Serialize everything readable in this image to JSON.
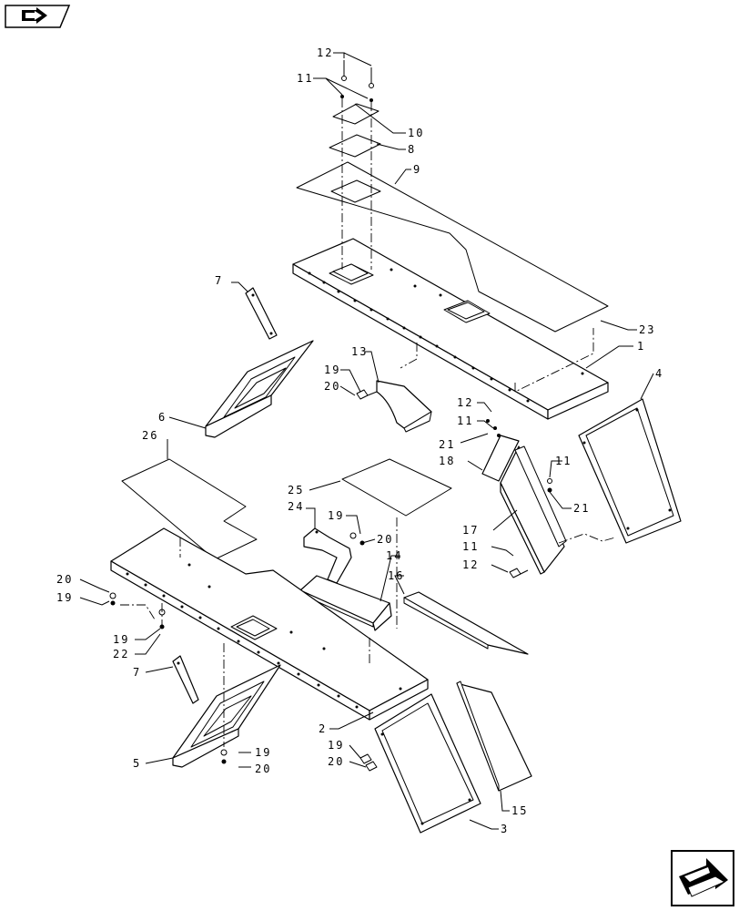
{
  "navigation": {
    "top_left_icon": "arrow-right-icon",
    "bottom_right_icon": "arrow-next-icon"
  },
  "labels": {
    "l1": "1",
    "l2": "2",
    "l3": "3",
    "l4": "4",
    "l5": "5",
    "l6": "6",
    "l7a": "7",
    "l7b": "7",
    "l8": "8",
    "l9": "9",
    "l10": "10",
    "l11a": "11",
    "l11b": "11",
    "l11c": "11",
    "l11d": "11",
    "l12a": "12",
    "l12b": "12",
    "l12c": "12",
    "l13": "13",
    "l14": "14",
    "l15": "15",
    "l16": "16",
    "l17": "17",
    "l18": "18",
    "l19a": "19",
    "l19b": "19",
    "l19c": "19",
    "l19d": "19",
    "l19e": "19",
    "l20a": "20",
    "l20b": "20",
    "l20c": "20",
    "l20d": "20",
    "l20e": "20",
    "l21a": "21",
    "l21b": "21",
    "l22": "22",
    "l23": "23",
    "l24": "24",
    "l25": "25",
    "l26": "26"
  }
}
